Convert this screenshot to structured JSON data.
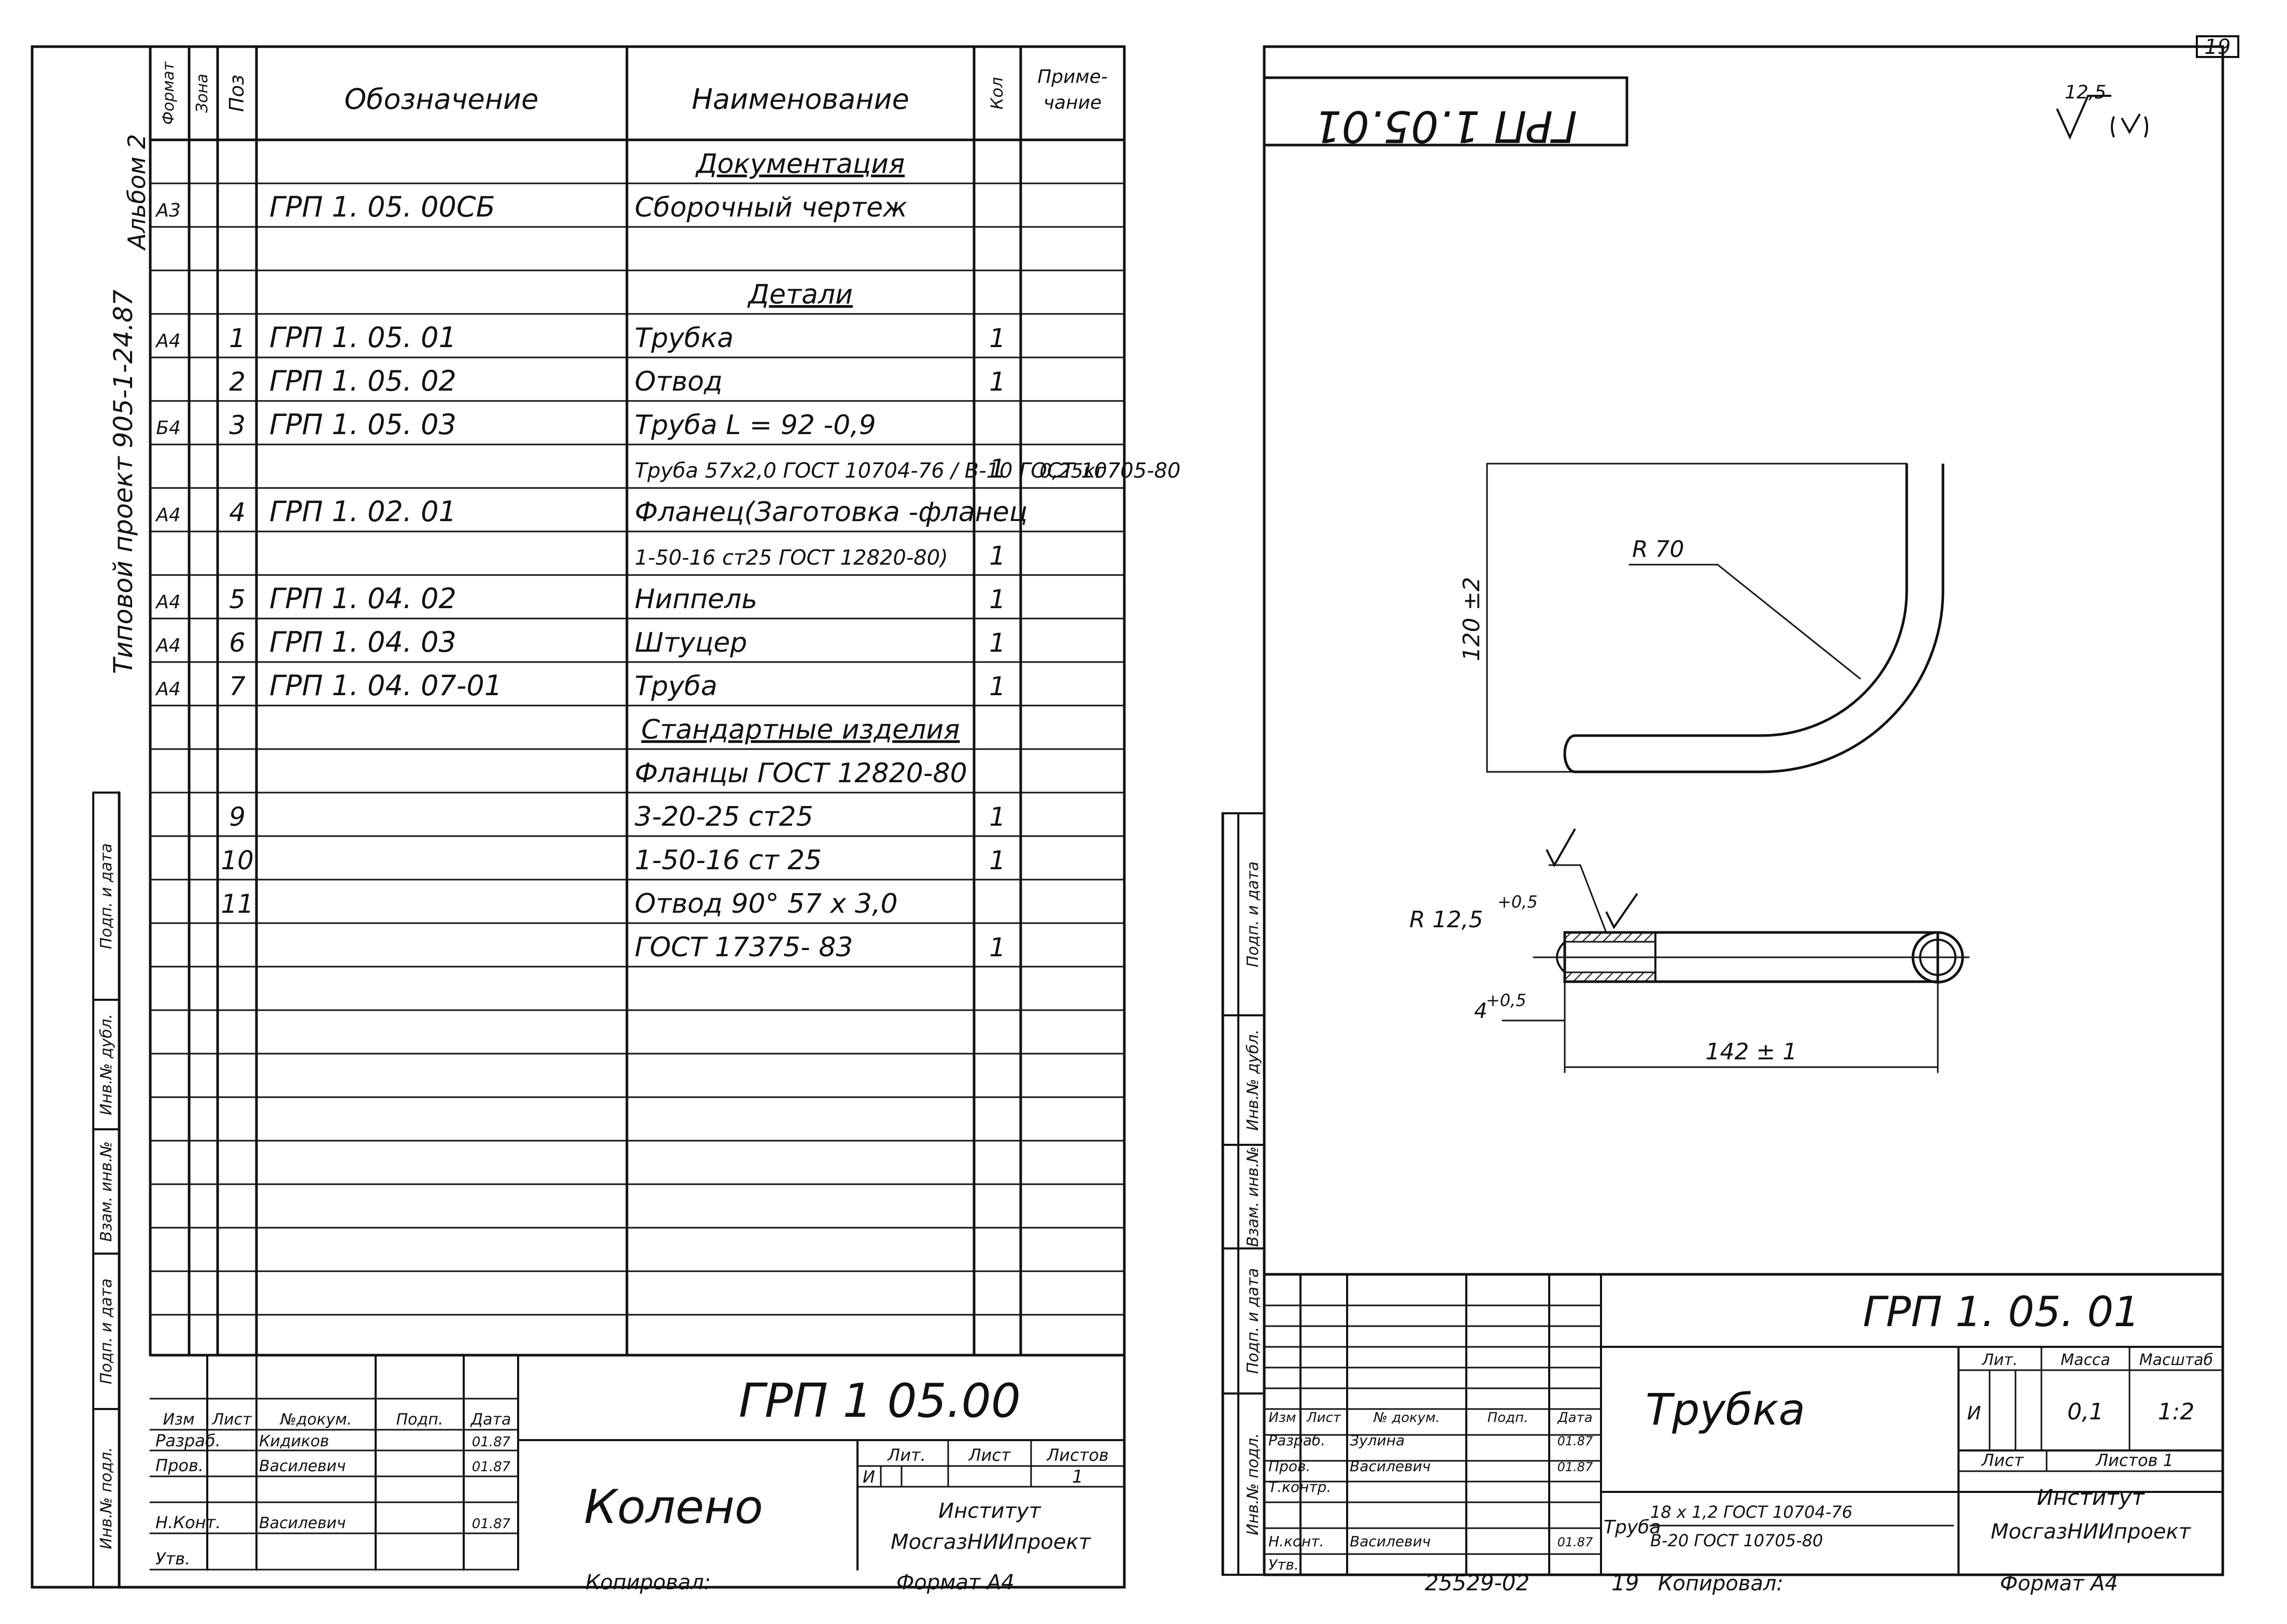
{
  "left_sheet": {
    "side_labels": {
      "album": "Альбом 2",
      "project": "Типовой проект 905-1-24.87",
      "fields": [
        "Подп. и дата",
        "Инв.№ дубл.",
        "Взам. инв.№",
        "Подп. и дата",
        "Инв.№ подл."
      ]
    },
    "table": {
      "headers": {
        "format": "Формат",
        "zone": "Зона",
        "pos": "Поз",
        "designation": "Обозначение",
        "name": "Наименование",
        "qty": "Кол",
        "note1": "Приме-",
        "note2": "чание"
      },
      "rows": [
        {
          "format": "",
          "pos": "",
          "designation": "",
          "name": "Документация",
          "qty": "",
          "note": "",
          "section": true
        },
        {
          "format": "А3",
          "pos": "",
          "designation": "ГРП 1. 05. 00СБ",
          "name": "Сборочный чертеж",
          "qty": "",
          "note": ""
        },
        {
          "format": "",
          "pos": "",
          "designation": "",
          "name": "",
          "qty": "",
          "note": ""
        },
        {
          "format": "",
          "pos": "",
          "designation": "",
          "name": "Детали",
          "qty": "",
          "note": "",
          "section": true
        },
        {
          "format": "А4",
          "pos": "1",
          "designation": "ГРП 1. 05. 01",
          "name": "Трубка",
          "qty": "1",
          "note": ""
        },
        {
          "format": "",
          "pos": "2",
          "designation": "ГРП 1. 05. 02",
          "name": "Отвод",
          "qty": "1",
          "note": ""
        },
        {
          "format": "Б4",
          "pos": "3",
          "designation": "ГРП 1. 05. 03",
          "name": "Труба   L = 92 -0,9",
          "qty": "",
          "note": ""
        },
        {
          "format": "",
          "pos": "",
          "designation": "",
          "name": "Труба 57х2,0 ГОСТ 10704-76 / В-10 ГОСТ 10705-80",
          "qty": "1",
          "note": "0,25кг"
        },
        {
          "format": "А4",
          "pos": "4",
          "designation": "ГРП 1. 02. 01",
          "name": "Фланец(Заготовка -фланец",
          "qty": "",
          "note": ""
        },
        {
          "format": "",
          "pos": "",
          "designation": "",
          "name": "1-50-16 ст25 ГОСТ 12820-80)",
          "qty": "1",
          "note": ""
        },
        {
          "format": "А4",
          "pos": "5",
          "designation": "ГРП 1. 04. 02",
          "name": "Ниппель",
          "qty": "1",
          "note": ""
        },
        {
          "format": "А4",
          "pos": "6",
          "designation": "ГРП 1. 04. 03",
          "name": "Штуцер",
          "qty": "1",
          "note": ""
        },
        {
          "format": "А4",
          "pos": "7",
          "designation": "ГРП 1. 04. 07-01",
          "name": "Труба",
          "qty": "1",
          "note": ""
        },
        {
          "format": "",
          "pos": "",
          "designation": "",
          "name": "Стандартные изделия",
          "qty": "",
          "note": "",
          "section": true
        },
        {
          "format": "",
          "pos": "",
          "designation": "",
          "name": "Фланцы ГОСТ 12820-80",
          "qty": "",
          "note": ""
        },
        {
          "format": "",
          "pos": "9",
          "designation": "",
          "name": "3-20-25 ст25",
          "qty": "1",
          "note": ""
        },
        {
          "format": "",
          "pos": "10",
          "designation": "",
          "name": "1-50-16 ст 25",
          "qty": "1",
          "note": ""
        },
        {
          "format": "",
          "pos": "11",
          "designation": "",
          "name": "Отвод 90° 57 х 3,0",
          "qty": "",
          "note": ""
        },
        {
          "format": "",
          "pos": "",
          "designation": "",
          "name": "ГОСТ 17375- 83",
          "qty": "1",
          "note": ""
        }
      ]
    },
    "title_block": {
      "code": "ГРП 1 05.00",
      "title": "Колено",
      "cols": [
        "Изм",
        "Лист",
        "№докум.",
        "Подп.",
        "Дата"
      ],
      "roles": [
        {
          "role": "Разраб.",
          "name": "Кидиков",
          "date": "01.87"
        },
        {
          "role": "Пров.",
          "name": "Василевич",
          "date": "01.87"
        },
        {
          "role": "",
          "name": "",
          "date": ""
        },
        {
          "role": "Н.Конт.",
          "name": "Василевич",
          "date": "01.87"
        },
        {
          "role": "Утв.",
          "name": "",
          "date": ""
        }
      ],
      "lit": "Лит.",
      "sheet": "Лист",
      "sheets": "Листов",
      "lit_value": "И",
      "sheets_value": "1",
      "org1": "Институт",
      "org2": "МосгазНИИпроект"
    },
    "copied": "Копировал:",
    "format": "Формат А4"
  },
  "right_sheet": {
    "page_number": "19",
    "code_rotated": "ГРП 1.05.01",
    "roughness": "12,5",
    "dims": {
      "height": "120 ±2",
      "bend_radius": "R 70",
      "edge_radius": "R 12,5",
      "edge_radius_tol": "+0,5",
      "chamfer": "4",
      "chamfer_tol": "+0,5",
      "length": "142 ± 1"
    },
    "side_labels": [
      "Подп. и дата",
      "Инв.№ дубл.",
      "Взам. инв.№",
      "Подп. и дата",
      "Инв.№ подл."
    ],
    "title_block": {
      "code": "ГРП 1. 05. 01",
      "title": "Трубка",
      "cols": [
        "Изм",
        "Лист",
        "№ докум.",
        "Подп.",
        "Дата"
      ],
      "roles": [
        {
          "role": "Разраб.",
          "name": "Зулина",
          "date": "01.87"
        },
        {
          "role": "Пров.",
          "name": "Василевич",
          "date": "01.87"
        },
        {
          "role": "Т.контр.",
          "name": "",
          "date": ""
        },
        {
          "role": "",
          "name": "",
          "date": ""
        },
        {
          "role": "Н.конт.",
          "name": "Василевич",
          "date": "01.87"
        },
        {
          "role": "Утв.",
          "name": "",
          "date": ""
        }
      ],
      "material_prefix": "Труба",
      "material_top": "18 х 1,2 ГОСТ 10704-76",
      "material_bottom": "В-20 ГОСТ 10705-80",
      "lit": "Лит.",
      "mass": "Масса",
      "scale": "Масштаб",
      "lit_value": "И",
      "mass_value": "0,1",
      "scale_value": "1:2",
      "sheet": "Лист",
      "sheets": "Листов 1",
      "org1": "Институт",
      "org2": "МосгазНИИпроект"
    },
    "archive_no": "25529-02",
    "copy_page": "19",
    "copied": "Копировал:",
    "format": "Формат А4"
  }
}
